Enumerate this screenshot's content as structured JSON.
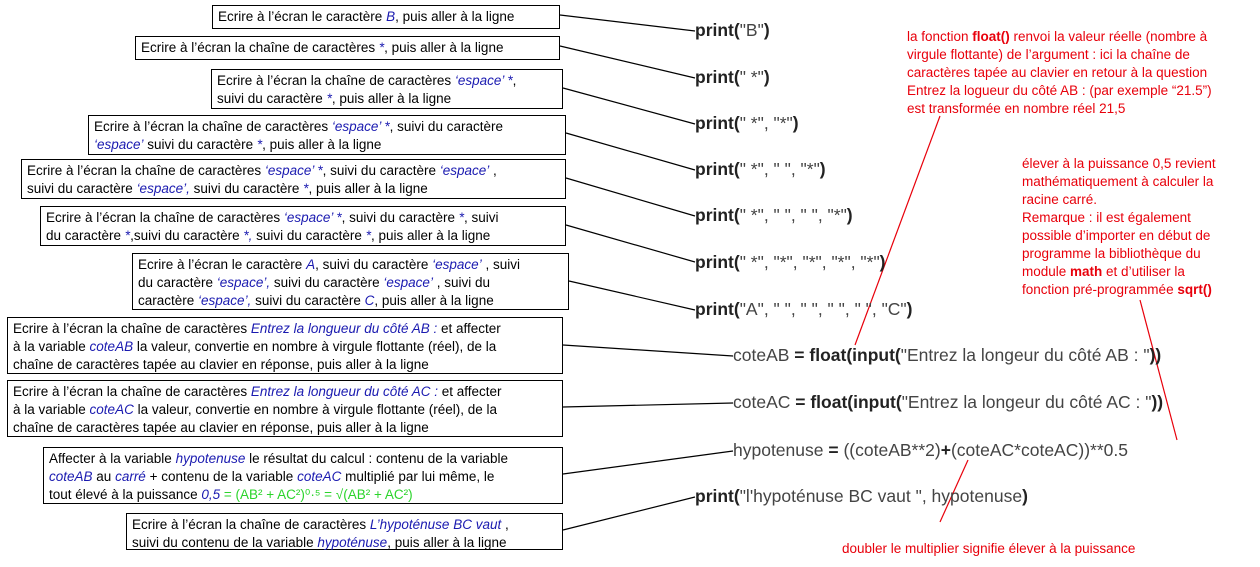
{
  "boxes": [
    {
      "parts": [
        [
          "t",
          "Ecrire à l’écran le caractère "
        ],
        [
          "v",
          "B"
        ],
        [
          "t",
          ", puis aller à la ligne"
        ]
      ]
    },
    {
      "parts": [
        [
          "t",
          "Ecrire à l’écran la chaîne de caractères "
        ],
        [
          "v",
          "*"
        ],
        [
          "t",
          ", puis aller à la ligne"
        ]
      ]
    },
    {
      "parts": [
        [
          "t",
          "Ecrire à l’écran la chaîne de caractères "
        ],
        [
          "v",
          "‘espace’ *"
        ],
        [
          "t",
          ","
        ],
        [
          "br",
          ""
        ],
        [
          "t",
          "suivi du caractère "
        ],
        [
          "v",
          "*"
        ],
        [
          "t",
          ", puis aller à la ligne"
        ]
      ]
    },
    {
      "parts": [
        [
          "t",
          "Ecrire à l’écran la chaîne de caractères "
        ],
        [
          "v",
          "‘espace’ *"
        ],
        [
          "t",
          ", suivi du caractère"
        ],
        [
          "br",
          ""
        ],
        [
          "v",
          "‘espace’"
        ],
        [
          "t",
          " suivi du caractère "
        ],
        [
          "v",
          "*"
        ],
        [
          "t",
          ", puis aller à la ligne"
        ]
      ]
    },
    {
      "parts": [
        [
          "t",
          "Ecrire à l’écran la chaîne de caractères "
        ],
        [
          "v",
          "‘espace’ *"
        ],
        [
          "t",
          ", suivi du caractère "
        ],
        [
          "v",
          "‘espace’"
        ],
        [
          "t",
          " ,"
        ],
        [
          "br",
          ""
        ],
        [
          "t",
          "suivi du caractère "
        ],
        [
          "v",
          "‘espace’,"
        ],
        [
          "t",
          " suivi du caractère "
        ],
        [
          "v",
          "*"
        ],
        [
          "t",
          ", puis aller à la ligne"
        ]
      ]
    },
    {
      "parts": [
        [
          "t",
          "Ecrire à l’écran la chaîne de caractères "
        ],
        [
          "v",
          "‘espace’ *"
        ],
        [
          "t",
          ", suivi du caractère "
        ],
        [
          "v",
          "*"
        ],
        [
          "t",
          ", suivi"
        ],
        [
          "br",
          ""
        ],
        [
          "t",
          "du caractère "
        ],
        [
          "v",
          "*"
        ],
        [
          "t",
          ",suivi du caractère "
        ],
        [
          "v",
          "*,"
        ],
        [
          "t",
          " suivi du caractère "
        ],
        [
          "v",
          "*"
        ],
        [
          "t",
          ", puis aller à la ligne"
        ]
      ]
    },
    {
      "parts": [
        [
          "t",
          "Ecrire à l’écran le caractère "
        ],
        [
          "v",
          "A"
        ],
        [
          "t",
          ", suivi du caractère "
        ],
        [
          "v",
          "‘espace’"
        ],
        [
          "t",
          " , suivi"
        ],
        [
          "br",
          ""
        ],
        [
          "t",
          "du caractère "
        ],
        [
          "v",
          "‘espace’,"
        ],
        [
          "t",
          " suivi du caractère "
        ],
        [
          "v",
          "‘espace’"
        ],
        [
          "t",
          " , suivi du"
        ],
        [
          "br",
          ""
        ],
        [
          "t",
          "caractère "
        ],
        [
          "v",
          "‘espace’,"
        ],
        [
          "t",
          " suivi du caractère "
        ],
        [
          "v",
          "C"
        ],
        [
          "t",
          ", puis aller à la ligne"
        ]
      ]
    },
    {
      "parts": [
        [
          "t",
          "Ecrire à l’écran la chaîne de caractères "
        ],
        [
          "v",
          "Entrez la longueur du côté AB :"
        ],
        [
          "t",
          " et affecter"
        ],
        [
          "br",
          ""
        ],
        [
          "t",
          "à la variable "
        ],
        [
          "v",
          "coteAB"
        ],
        [
          "t",
          " la valeur, convertie en nombre à virgule flottante (réel), de la"
        ],
        [
          "br",
          ""
        ],
        [
          "t",
          "chaîne de caractères tapée au clavier en réponse, puis aller à la ligne"
        ]
      ]
    },
    {
      "parts": [
        [
          "t",
          "Ecrire à l’écran la chaîne de caractères "
        ],
        [
          "v",
          "Entrez la longueur du côté AC :"
        ],
        [
          "t",
          " et affecter"
        ],
        [
          "br",
          ""
        ],
        [
          "t",
          "à la variable "
        ],
        [
          "v",
          "coteAC"
        ],
        [
          "t",
          " la valeur, convertie en nombre à virgule flottante (réel), de la"
        ],
        [
          "br",
          ""
        ],
        [
          "t",
          "chaîne de caractères tapée au clavier en réponse, puis aller à la ligne"
        ]
      ]
    },
    {
      "parts": [
        [
          "t",
          "Affecter à la variable "
        ],
        [
          "v",
          "hypotenuse"
        ],
        [
          "t",
          " le résultat du calcul : contenu de la variable"
        ],
        [
          "br",
          ""
        ],
        [
          "v",
          "coteAB"
        ],
        [
          "t",
          " au "
        ],
        [
          "v",
          "carré"
        ],
        [
          "t",
          " + contenu de la variable "
        ],
        [
          "v",
          "coteAC"
        ],
        [
          "t",
          " multiplié par lui même, le"
        ],
        [
          "br",
          ""
        ],
        [
          "t",
          "tout élevé à la puissance "
        ],
        [
          "v",
          "0,5"
        ],
        [
          "g",
          " = (AB² + AC²)⁰·⁵ = √(AB² + AC²)"
        ]
      ]
    },
    {
      "parts": [
        [
          "t",
          "Ecrire à l’écran la chaîne de caractères "
        ],
        [
          "v",
          "L’hypoténuse BC vaut"
        ],
        [
          "t",
          " ,"
        ],
        [
          "br",
          ""
        ],
        [
          "t",
          "suivi du contenu de la variable "
        ],
        [
          "v",
          "hypoténuse"
        ],
        [
          "t",
          ", puis aller à la ligne"
        ]
      ]
    }
  ],
  "code": [
    [
      [
        "k",
        "print("
      ],
      [
        "s",
        "\"B\""
      ],
      [
        "k",
        ")"
      ]
    ],
    [
      [
        "k",
        "print("
      ],
      [
        "s",
        "\" *\""
      ],
      [
        "k",
        ")"
      ]
    ],
    [
      [
        "k",
        "print("
      ],
      [
        "s",
        "\" *\", \"*\""
      ],
      [
        "k",
        ")"
      ]
    ],
    [
      [
        "k",
        "print("
      ],
      [
        "s",
        "\" *\", \" \", \"*\""
      ],
      [
        "k",
        ")"
      ]
    ],
    [
      [
        "k",
        "print("
      ],
      [
        "s",
        "\" *\", \" \", \" \", \"*\""
      ],
      [
        "k",
        ")"
      ]
    ],
    [
      [
        "k",
        "print("
      ],
      [
        "s",
        "\" *\", \"*\", \"*\", \"*\", \"*\""
      ],
      [
        "k",
        ")"
      ]
    ],
    [
      [
        "k",
        "print("
      ],
      [
        "s",
        "\"A\", \" \", \" \", \" \", \" \", \"C\""
      ],
      [
        "k",
        ")"
      ]
    ],
    [
      [
        "s",
        "coteAB "
      ],
      [
        "k",
        "= float(input("
      ],
      [
        "s",
        "\"Entrez la longeur du côté AB : \""
      ],
      [
        "k",
        "))"
      ]
    ],
    [
      [
        "s",
        "coteAC "
      ],
      [
        "k",
        "= float(input("
      ],
      [
        "s",
        "\"Entrez la longeur du côté AC : \""
      ],
      [
        "k",
        "))"
      ]
    ],
    [
      [
        "s",
        "hypotenuse "
      ],
      [
        "k",
        "="
      ],
      [
        "s",
        " ((coteAB**2)"
      ],
      [
        "k",
        "+"
      ],
      [
        "s",
        "(coteAC*coteAC))**0.5"
      ]
    ],
    [
      [
        "k",
        "print("
      ],
      [
        "s",
        "\"l'hypoténuse BC vaut \", hypotenuse"
      ],
      [
        "k",
        ")"
      ]
    ]
  ],
  "notes": {
    "float": [
      [
        "t",
        "la fonction "
      ],
      [
        "b",
        "float()"
      ],
      [
        "t",
        " renvoi la valeur réelle (nombre à"
      ],
      [
        "br",
        ""
      ],
      [
        "t",
        "virgule flottante) de l’argument : ici la chaîne de"
      ],
      [
        "br",
        ""
      ],
      [
        "t",
        "caractères tapée au clavier en retour à la question"
      ],
      [
        "br",
        ""
      ],
      [
        "t",
        "Entrez la logueur du côté AB : (par exemple “21.5”)"
      ],
      [
        "br",
        ""
      ],
      [
        "t",
        "est transformée en nombre réel 21,5"
      ]
    ],
    "power": [
      [
        "t",
        "élever à la puissance 0,5 revient"
      ],
      [
        "br",
        ""
      ],
      [
        "t",
        "mathématiquement à calculer la"
      ],
      [
        "br",
        ""
      ],
      [
        "t",
        "racine carré."
      ],
      [
        "br",
        ""
      ],
      [
        "t",
        "Remarque : il est également"
      ],
      [
        "br",
        ""
      ],
      [
        "t",
        "possible d’importer en début de"
      ],
      [
        "br",
        ""
      ],
      [
        "t",
        "programme la bibliothèque du"
      ],
      [
        "br",
        ""
      ],
      [
        "t",
        "module "
      ],
      [
        "b",
        "math"
      ],
      [
        "t",
        " et d’utiliser la"
      ],
      [
        "br",
        ""
      ],
      [
        "t",
        "fonction pré-programmée "
      ],
      [
        "b",
        "sqrt()"
      ]
    ],
    "double": [
      [
        "t",
        "doubler le multiplier signifie élever à la puissance"
      ]
    ]
  }
}
